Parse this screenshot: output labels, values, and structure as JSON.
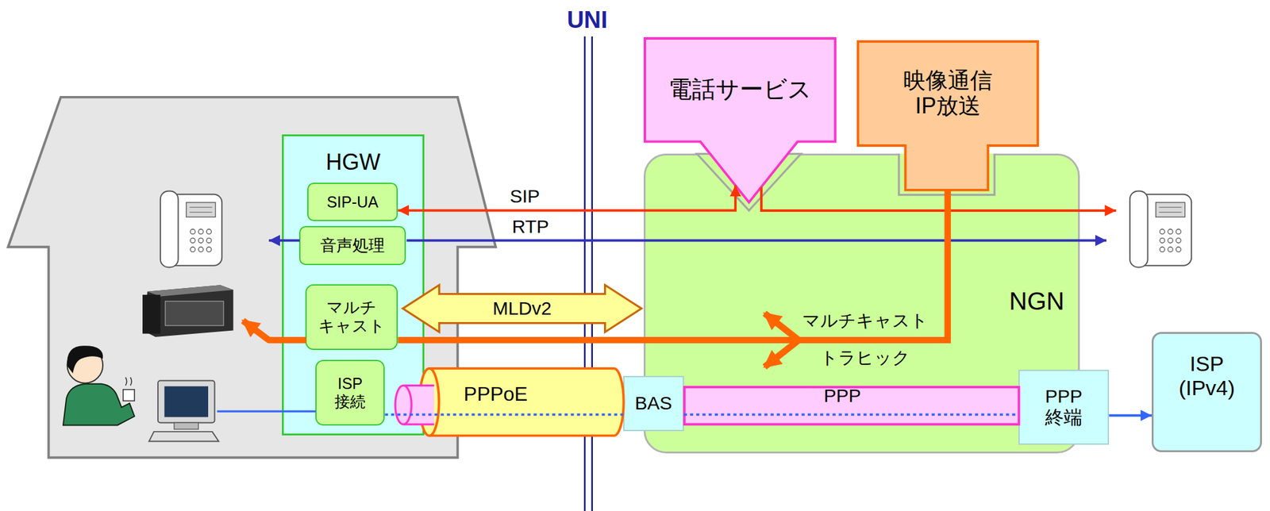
{
  "diagram": {
    "nodes": [
      {
        "text": [
          "HGW"
        ]
      },
      {
        "text": [
          "SIP-UA"
        ],
        "in": 0
      },
      {
        "text": [
          "音声処理"
        ],
        "in": 0
      },
      {
        "text": [
          "マルチ キャスト"
        ],
        "in": 0
      },
      {
        "text": [
          "ISP 接続"
        ],
        "in": 0
      },
      {
        "text": [
          "電話サービス"
        ]
      },
      {
        "text": [
          "映像通信 IP放送"
        ]
      },
      {
        "text": [
          "NGN"
        ]
      },
      {
        "text": [
          "BAS"
        ],
        "in": 7
      },
      {
        "text": [
          "PPP 終端"
        ],
        "in": 7
      },
      {
        "text": [
          "ISP (IPv4)"
        ]
      }
    ],
    "edges": [
      {
        "from": 1,
        "to": 5,
        "label": "SIP",
        "arrow": "both"
      },
      {
        "from": 6,
        "to": 3,
        "arrow": "none"
      },
      {
        "from": 3,
        "to": 7,
        "label": "MLDv2",
        "arrow": "both"
      },
      {
        "from": 4,
        "to": 8,
        "arrow": "none"
      },
      {
        "from": 8,
        "to": 9,
        "arrow": "none"
      },
      {
        "from": 9,
        "to": 10,
        "arrow": "to"
      }
    ],
    "labels": [
      "UNI",
      "RTP",
      "マルチキャスト",
      "トラヒック",
      "PPPoE",
      "PPP"
    ]
  }
}
